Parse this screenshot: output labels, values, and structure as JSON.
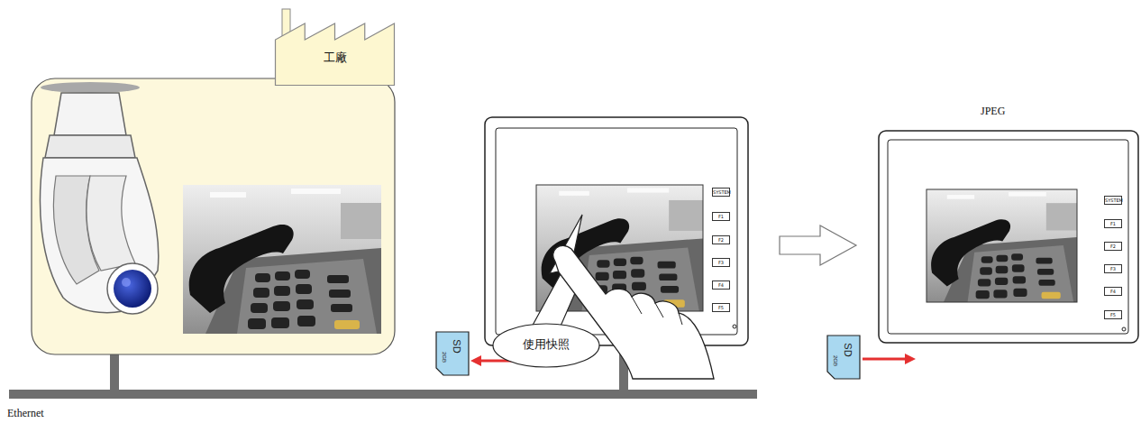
{
  "diagram": {
    "nodes": [
      {
        "text": [
          "工廠"
        ]
      },
      {
        "text": [
          "使用快照"
        ]
      }
    ],
    "labels": [
      "SD",
      "2GB",
      "SYSTEM",
      "F1",
      "F2",
      "F3",
      "F4",
      "F5",
      "SYSTEM",
      "F1",
      "F2",
      "F3",
      "F4",
      "F5",
      "SD",
      "2GB",
      "JPEG",
      "Ethernet"
    ]
  }
}
